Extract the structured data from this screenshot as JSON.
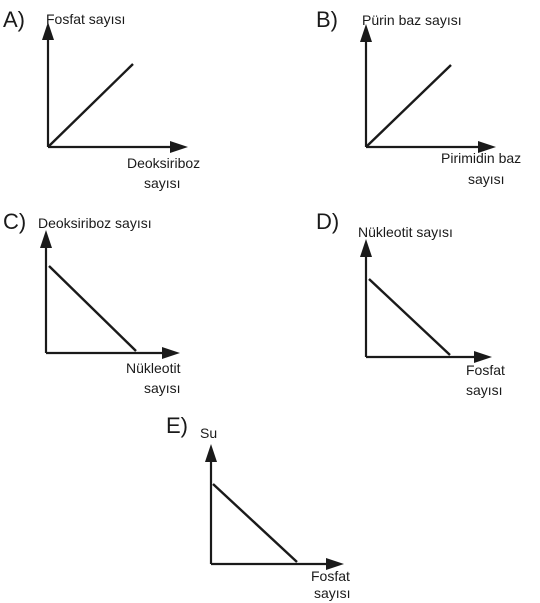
{
  "options": [
    {
      "letter": "A)",
      "y_label": "Fosfat sayısı",
      "x_label": [
        "Deoksiriboz",
        "sayısı"
      ],
      "trend": "increasing"
    },
    {
      "letter": "B)",
      "y_label": "Pürin baz sayısı",
      "x_label": [
        "Pirimidin baz",
        "sayısı"
      ],
      "trend": "increasing"
    },
    {
      "letter": "C)",
      "y_label": "Deoksiriboz sayısı",
      "x_label": [
        "Nükleotit",
        "sayısı"
      ],
      "trend": "decreasing"
    },
    {
      "letter": "D)",
      "y_label": "Nükleotit sayısı",
      "x_label": [
        "Fosfat",
        "sayısı"
      ],
      "trend": "decreasing"
    },
    {
      "letter": "E)",
      "y_label": "Su",
      "x_label": [
        "Fosfat",
        "sayısı"
      ],
      "trend": "decreasing"
    }
  ]
}
